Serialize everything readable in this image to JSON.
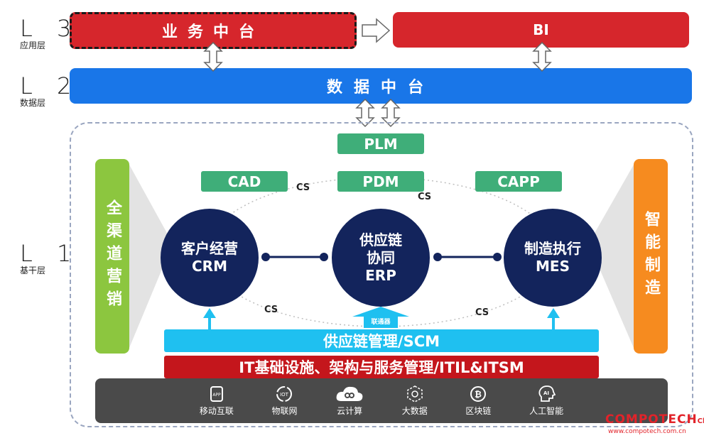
{
  "levels": [
    {
      "code": "L 3",
      "name": "应用层"
    },
    {
      "code": "L 2",
      "name": "数据层"
    },
    {
      "code": "L 1",
      "name": "基干层"
    }
  ],
  "top": {
    "business_platform": "业务中台",
    "bi": "BI",
    "data_platform": "数据中台"
  },
  "tags": {
    "plm": "PLM",
    "cad": "CAD",
    "pdm": "PDM",
    "capp": "CAPP"
  },
  "sides": {
    "left": "全渠道营销",
    "right": "智能制造"
  },
  "circles": {
    "crm": {
      "line1": "客户经营",
      "line2": "CRM"
    },
    "erp": {
      "line1": "供应链",
      "line2": "协同",
      "line3": "ERP"
    },
    "mes": {
      "line1": "制造执行",
      "line2": "MES"
    }
  },
  "cs_label": "CS",
  "connect_label": "联通器",
  "scm": "供应链管理/SCM",
  "itil": "IT基础设施、架构与服务管理/ITIL&ITSM",
  "infra": [
    {
      "label": "移动互联",
      "icon": "app-icon"
    },
    {
      "label": "物联网",
      "icon": "iot-icon"
    },
    {
      "label": "云计算",
      "icon": "cloud-icon"
    },
    {
      "label": "大数据",
      "icon": "big-data-icon"
    },
    {
      "label": "区块链",
      "icon": "blockchain-icon"
    },
    {
      "label": "人工智能",
      "icon": "ai-icon"
    }
  ],
  "logo": {
    "brand": "COMPOTECH",
    "suffix": "China",
    "url": "www.compotech.com.cn"
  },
  "colors": {
    "red": "#d6262c",
    "blue": "#1976e8",
    "green": "#3fae79",
    "navy": "#13245c",
    "cyan": "#1fc0f0",
    "orange": "#f68b1f",
    "lime": "#8cc63f",
    "gray": "#4a4a4a"
  }
}
